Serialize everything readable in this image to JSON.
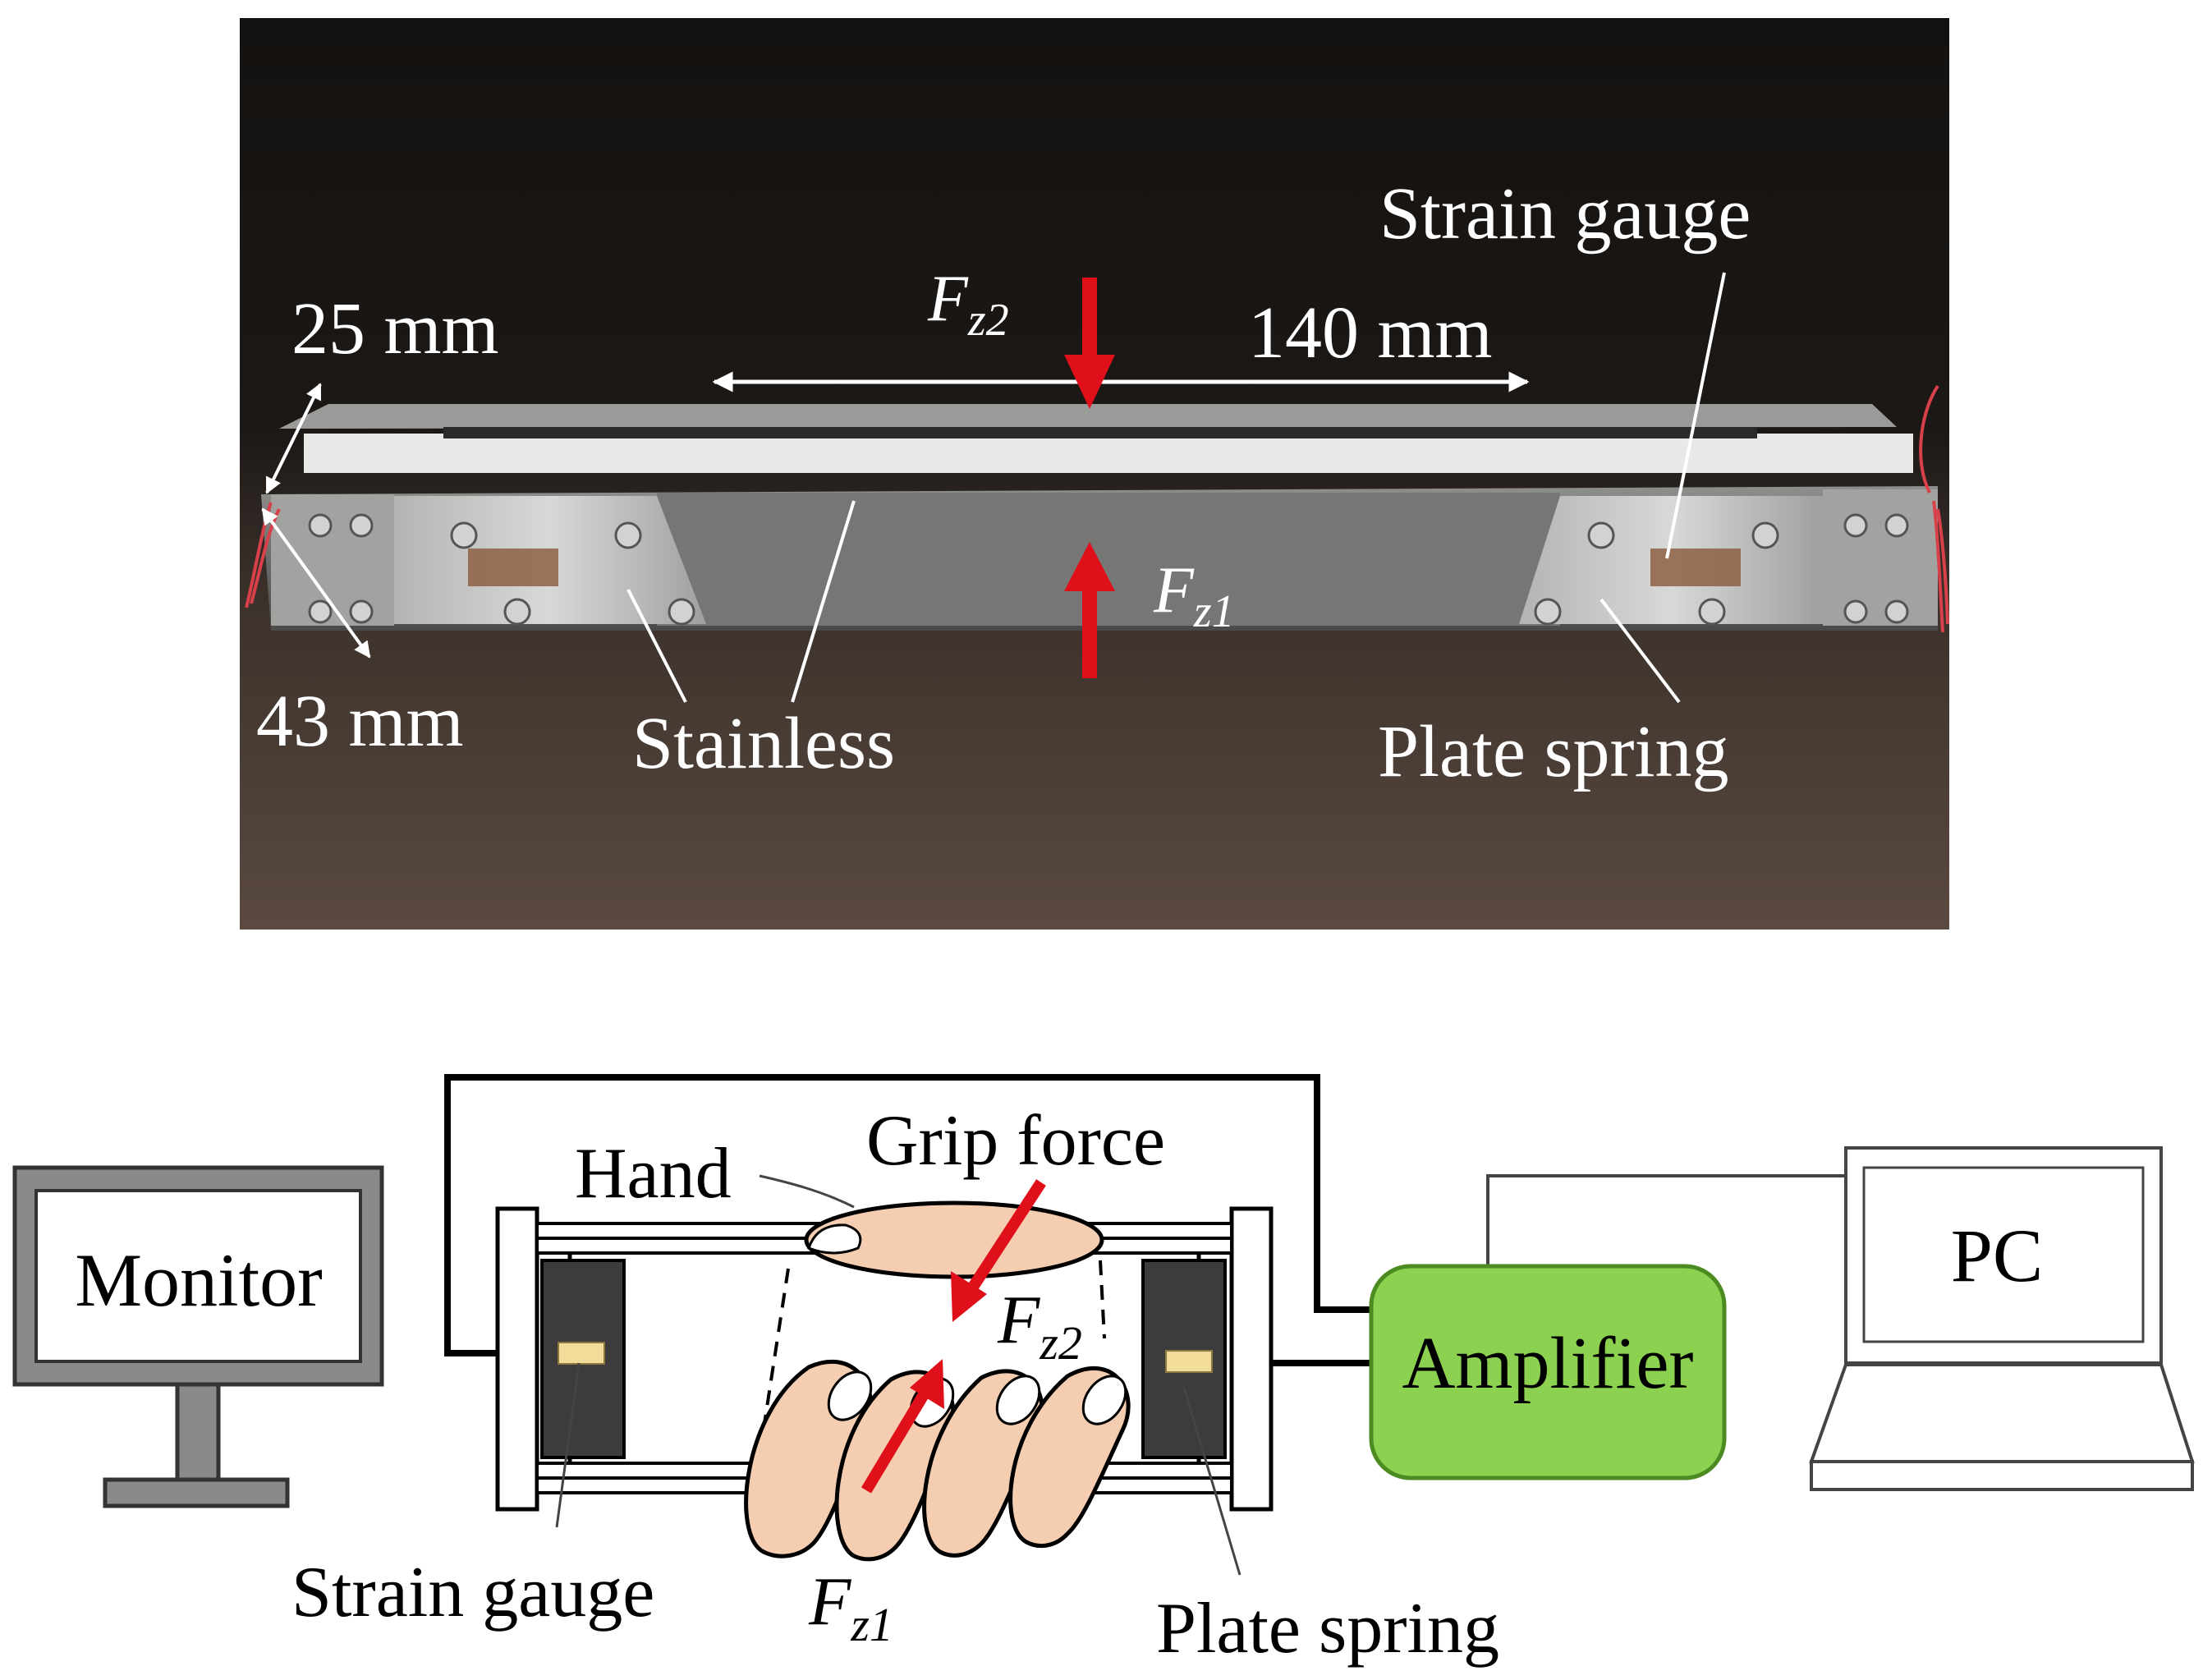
{
  "photo": {
    "dim_width": "25 mm",
    "dim_depth": "43 mm",
    "dim_length": "140 mm",
    "force_top": {
      "base": "F",
      "sub": "z2"
    },
    "force_bottom": {
      "base": "F",
      "sub": "z1"
    },
    "label_strain_gauge": "Strain gauge",
    "label_stainless": "Stainless",
    "label_plate_spring": "Plate spring"
  },
  "diagram": {
    "monitor_label": "Monitor",
    "pc_label": "PC",
    "amplifier_label": "Amplifier",
    "hand_label": "Hand",
    "grip_force_label": "Grip force",
    "force_top": {
      "base": "F",
      "sub": "z2"
    },
    "force_bottom": {
      "base": "F",
      "sub": "z1"
    },
    "strain_gauge_label": "Strain gauge",
    "plate_spring_label": "Plate spring"
  },
  "colors": {
    "photo_bg": "#221c19",
    "force_arrow": "#e0101a",
    "amplifier_fill": "#8cd14f",
    "amplifier_stroke": "#4c8a22",
    "skin": "#f5cdb0",
    "spring_plate": "#3c3c3c",
    "gauge": "#f1dc9a",
    "monitor_frame": "#8a8a8a"
  }
}
